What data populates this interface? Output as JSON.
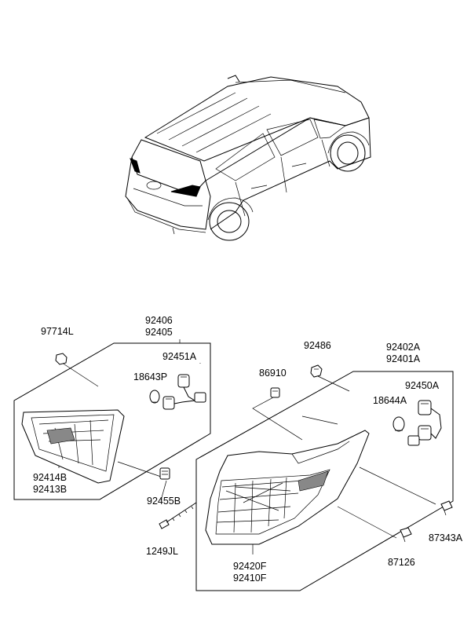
{
  "labels": {
    "p97714L": "97714L",
    "p92406": "92406",
    "p92405": "92405",
    "p92451A": "92451A",
    "p18643P": "18643P",
    "p92414B": "92414B",
    "p92413B": "92413B",
    "p92455B": "92455B",
    "p1249JL": "1249JL",
    "p92486": "92486",
    "p86910": "86910",
    "p92402A": "92402A",
    "p92401A": "92401A",
    "p92450A": "92450A",
    "p18644A": "18644A",
    "p87343A": "87343A",
    "p87126": "87126",
    "p92420F": "92420F",
    "p92410F": "92410F"
  }
}
